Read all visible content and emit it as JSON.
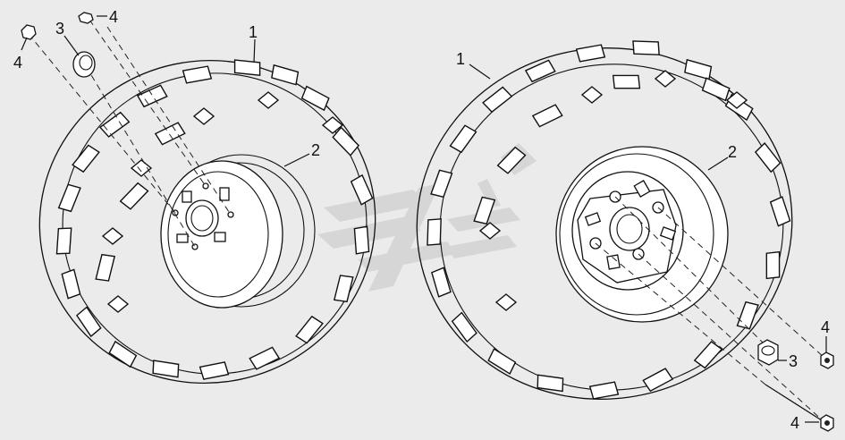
{
  "diagram": {
    "callouts": [
      "1",
      "2",
      "3",
      "4"
    ],
    "watermark": "logo"
  }
}
